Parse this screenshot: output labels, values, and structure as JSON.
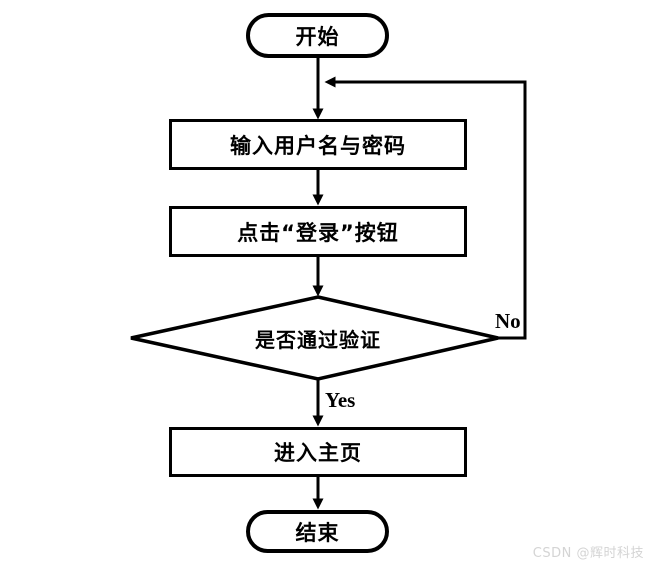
{
  "flowchart": {
    "nodes": {
      "start": {
        "label": "开始",
        "type": "terminator"
      },
      "input_credentials": {
        "label": "输入用户名与密码",
        "type": "process"
      },
      "click_login": {
        "label": "点击“登录”按钮",
        "type": "process"
      },
      "verify": {
        "label": "是否通过验证",
        "type": "decision"
      },
      "enter_home": {
        "label": "进入主页",
        "type": "process"
      },
      "end": {
        "label": "结束",
        "type": "terminator"
      }
    },
    "edge_labels": {
      "yes": "Yes",
      "no": "No"
    },
    "colors": {
      "stroke": "#000000",
      "node_fill": "#ffffff",
      "background": "#ffffff"
    }
  },
  "watermark": {
    "text": "CSDN @辉时科技",
    "color": "#d4d4d4"
  }
}
